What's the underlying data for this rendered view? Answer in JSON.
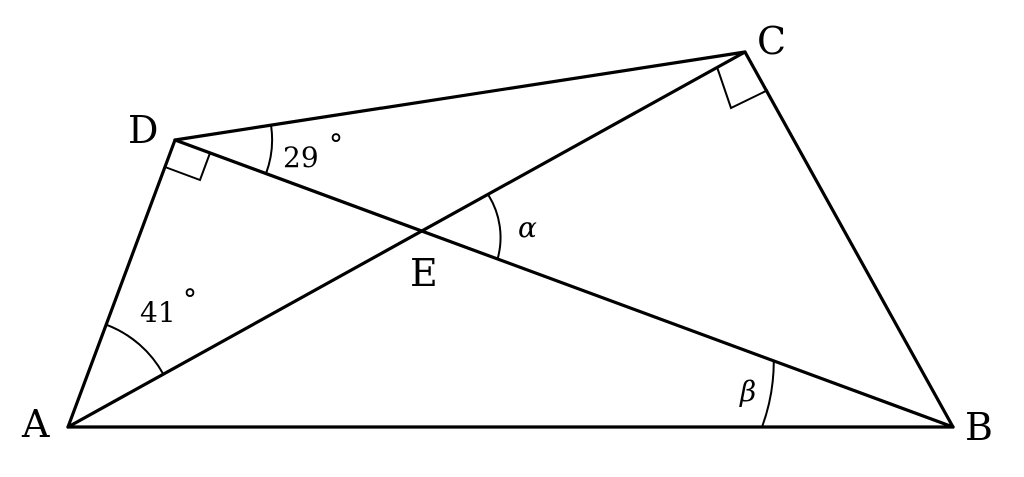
{
  "points": {
    "A": "A",
    "B": "B",
    "C": "C",
    "D": "D",
    "E": "E"
  },
  "angles": {
    "angle_DAC": "41",
    "angle_CDB": "29",
    "alpha": "α",
    "beta": "β",
    "degree_sign": "°"
  },
  "right_angles": [
    "ADB",
    "ACB"
  ]
}
